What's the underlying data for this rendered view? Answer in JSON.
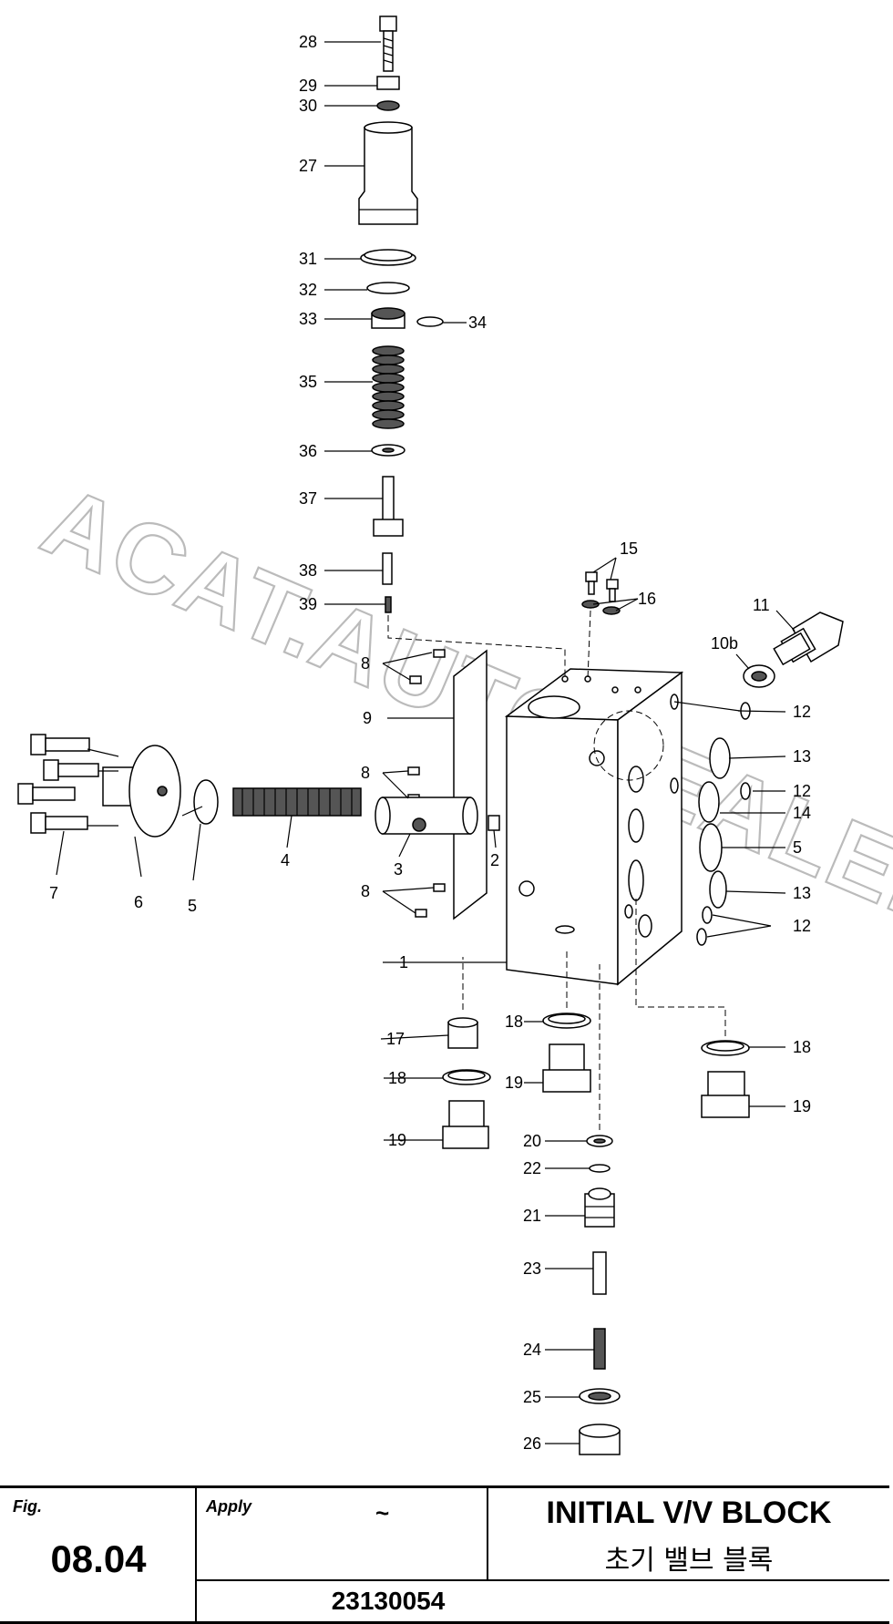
{
  "callouts": [
    "28",
    "29",
    "30",
    "27",
    "31",
    "32",
    "33",
    "34",
    "35",
    "36",
    "37",
    "38",
    "39",
    "15",
    "16",
    "11",
    "10b",
    "8",
    "9",
    "8",
    "8",
    "12",
    "13",
    "12",
    "14",
    "5",
    "13",
    "12",
    "1",
    "7",
    "6",
    "5",
    "4",
    "3",
    "2",
    "17",
    "18",
    "19",
    "18",
    "19",
    "18",
    "19",
    "20",
    "22",
    "21",
    "23",
    "24",
    "25",
    "26"
  ],
  "watermark": "ACAT.AUTODEALER.RU",
  "title_block": {
    "fig_label": "Fig.",
    "fig_number": "08.04",
    "apply_label": "Apply",
    "apply_value": "~",
    "title_en": "INITIAL V/V BLOCK",
    "title_ko": "초기 밸브 블록",
    "part_number": "23130054"
  }
}
